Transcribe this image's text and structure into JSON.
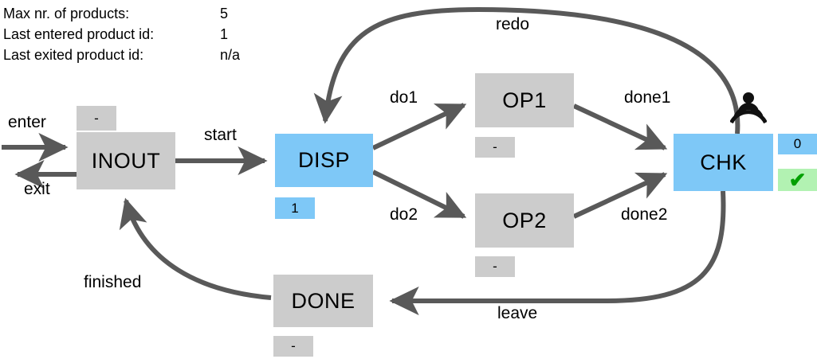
{
  "info": {
    "rows": [
      {
        "label": "Max nr. of products:",
        "value": "5"
      },
      {
        "label": "Last entered product id:",
        "value": "1"
      },
      {
        "label": "Last exited product id:",
        "value": "n/a"
      }
    ]
  },
  "colors": {
    "node_idle": "#cccccc",
    "node_active": "#7ec8f7",
    "badge_ok": "#b2f2b2",
    "check_mark": "#00a000",
    "edge": "#595959",
    "text": "#000000",
    "background": "#ffffff"
  },
  "nodes": [
    {
      "id": "inout",
      "label": "INOUT",
      "state": "idle",
      "badge": "-",
      "badge_state": "idle",
      "badge_pos": "above-left"
    },
    {
      "id": "disp",
      "label": "DISP",
      "state": "active",
      "badge": "1",
      "badge_state": "active",
      "badge_pos": "below-left"
    },
    {
      "id": "op1",
      "label": "OP1",
      "state": "idle",
      "badge": "-",
      "badge_state": "idle",
      "badge_pos": "below-left"
    },
    {
      "id": "op2",
      "label": "OP2",
      "state": "idle",
      "badge": "-",
      "badge_state": "idle",
      "badge_pos": "below-left"
    },
    {
      "id": "chk",
      "label": "CHK",
      "state": "active",
      "badge": "0",
      "badge_state": "active",
      "badge_pos": "right-top"
    },
    {
      "id": "done",
      "label": "DONE",
      "state": "idle",
      "badge": "-",
      "badge_state": "idle",
      "badge_pos": "below-left"
    }
  ],
  "chk_status_badge": {
    "icon": "check-mark",
    "glyph": "✔",
    "state": "ok"
  },
  "chk_signal_icon": {
    "name": "broadcast-signal-icon"
  },
  "edges": [
    {
      "id": "enter",
      "label": "enter",
      "from": "external",
      "to": "inout"
    },
    {
      "id": "exit",
      "label": "exit",
      "from": "inout",
      "to": "external"
    },
    {
      "id": "start",
      "label": "start",
      "from": "inout",
      "to": "disp"
    },
    {
      "id": "do1",
      "label": "do1",
      "from": "disp",
      "to": "op1"
    },
    {
      "id": "do2",
      "label": "do2",
      "from": "disp",
      "to": "op2"
    },
    {
      "id": "done1",
      "label": "done1",
      "from": "op1",
      "to": "chk"
    },
    {
      "id": "done2",
      "label": "done2",
      "from": "op2",
      "to": "chk"
    },
    {
      "id": "redo",
      "label": "redo",
      "from": "chk",
      "to": "disp"
    },
    {
      "id": "leave",
      "label": "leave",
      "from": "chk",
      "to": "done"
    },
    {
      "id": "finished",
      "label": "finished",
      "from": "done",
      "to": "inout"
    }
  ]
}
